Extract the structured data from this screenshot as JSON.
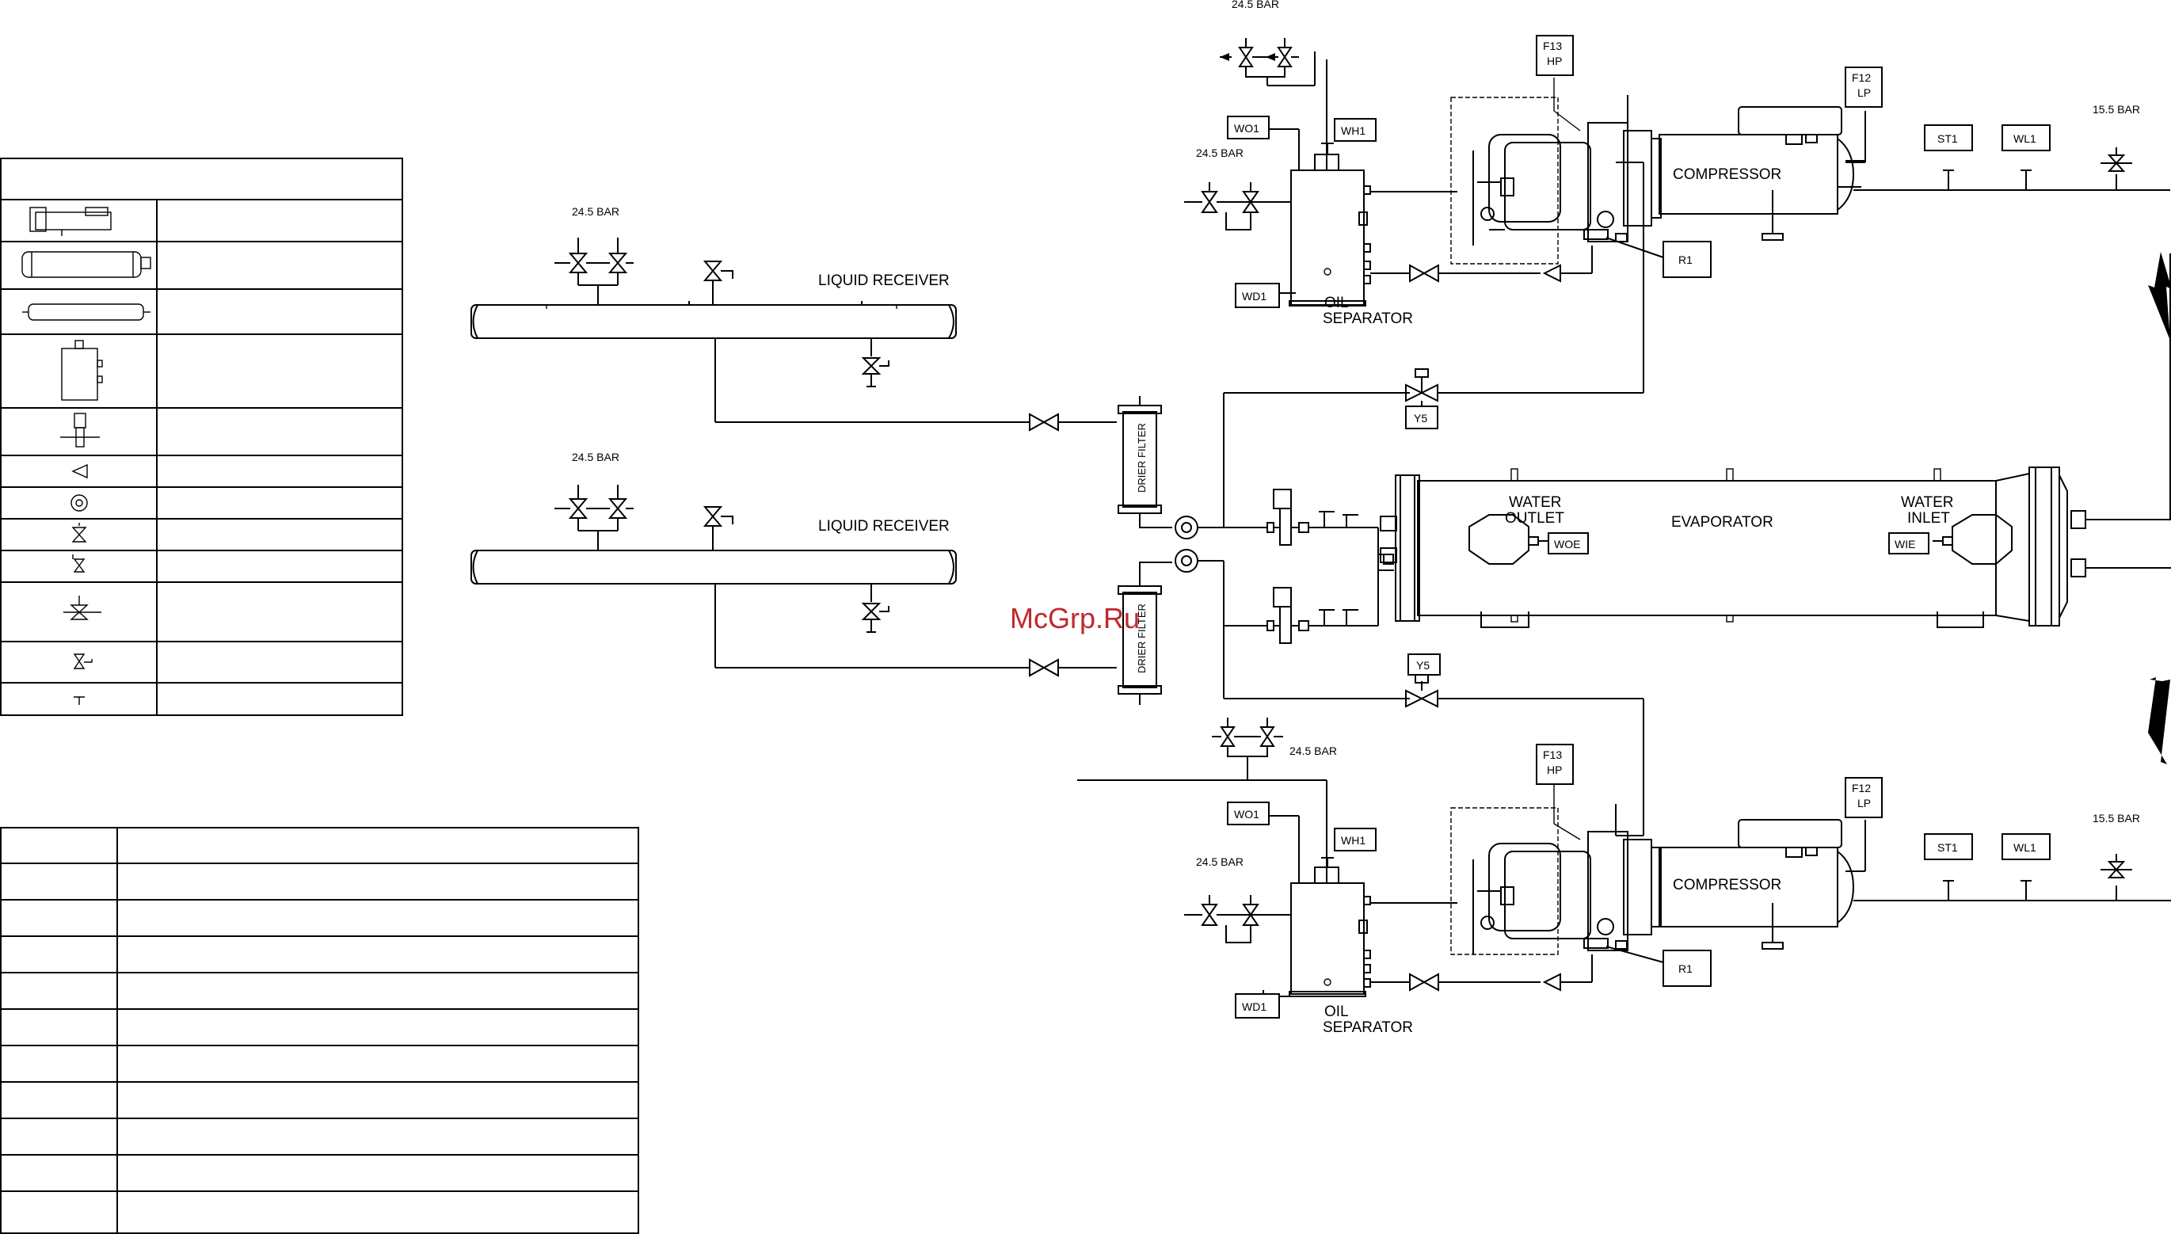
{
  "watermark": "McGrp.Ru",
  "pressures": {
    "p245": "24.5 BAR",
    "p155": "15.5 BAR"
  },
  "components": {
    "liquid_receiver": "LIQUID RECEIVER",
    "drier_filter": "DRIER FILTER",
    "evaporator": "EVAPORATOR",
    "water_outlet_1": "WATER",
    "water_outlet_2": "OUTLET",
    "water_inlet_1": "WATER",
    "water_inlet_2": "INLET",
    "compressor": "COMPRESSOR",
    "oil_separator_1": "OIL",
    "oil_separator_2": "SEPARATOR"
  },
  "tags": {
    "f13": "F13",
    "hp": "HP",
    "f12": "F12",
    "lp": "LP",
    "wo1": "WO1",
    "wh1": "WH1",
    "wd1": "WD1",
    "r1": "R1",
    "y5": "Y5",
    "st1": "ST1",
    "wl1": "WL1",
    "woe": "WOE",
    "wie": "WIE"
  },
  "colors": {
    "line": "#000000",
    "watermark": "#c0282d"
  }
}
